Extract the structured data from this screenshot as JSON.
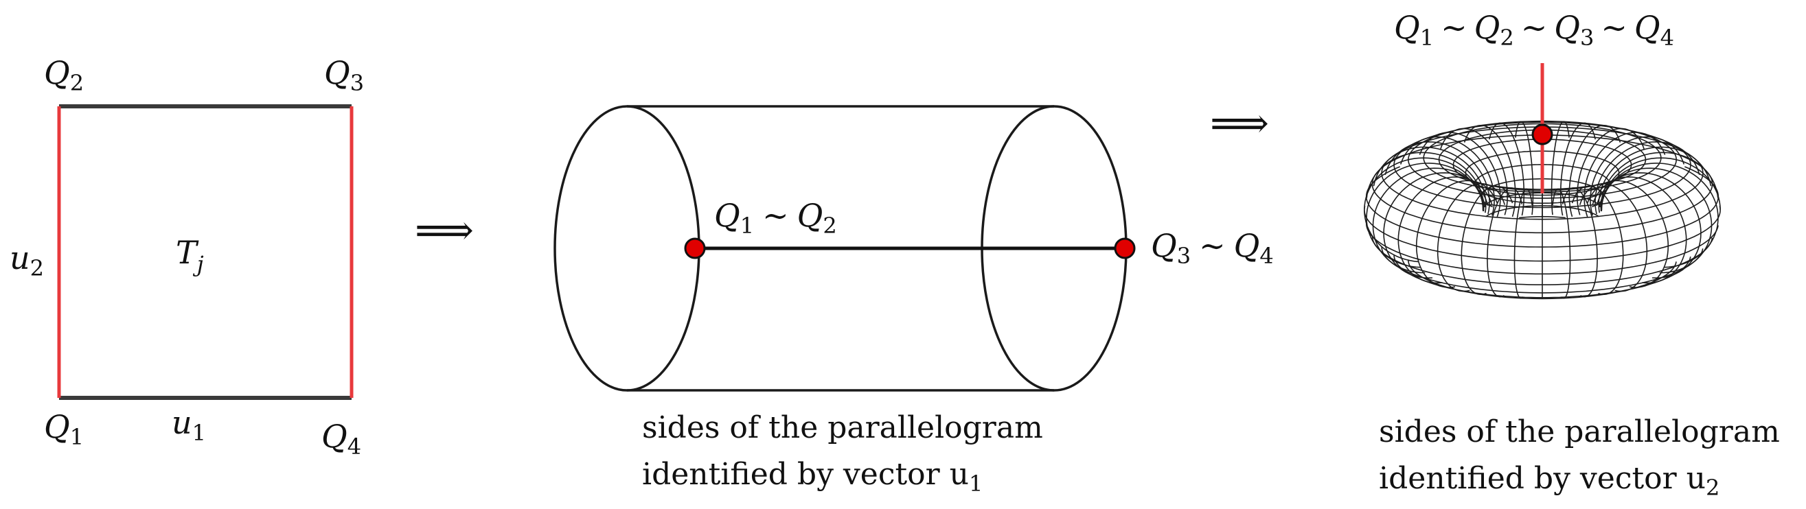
{
  "square": {
    "corner_tl": {
      "base": "Q",
      "sub": "2"
    },
    "corner_tr": {
      "base": "Q",
      "sub": "3"
    },
    "corner_bl": {
      "base": "Q",
      "sub": "1"
    },
    "corner_br": {
      "base": "Q",
      "sub": "4"
    },
    "center": {
      "base": "T",
      "sub": "j"
    },
    "side_left": {
      "base": "u",
      "sub": "2"
    },
    "side_bottom": {
      "base": "u",
      "sub": "1"
    }
  },
  "implies_1": "⟹",
  "implies_2": "⟹",
  "cylinder": {
    "left_point": {
      "a": "Q",
      "a_sub": "1",
      "rel": "∼",
      "b": "Q",
      "b_sub": "2"
    },
    "right_point": {
      "a": "Q",
      "a_sub": "3",
      "rel": "∼",
      "b": "Q",
      "b_sub": "4"
    },
    "caption_line1": "sides of the parallelogram",
    "caption_line2": "identified by vector u",
    "caption_line2_sub": "1"
  },
  "torus": {
    "top_label": {
      "q1": "Q",
      "s1": "1",
      "r1": "∼",
      "q2": "Q",
      "s2": "2",
      "r2": "∼",
      "q3": "Q",
      "s3": "3",
      "r3": "∼",
      "q4": "Q",
      "s4": "4"
    },
    "caption_line1": "sides of the parallelogram",
    "caption_line2": "identified by vector u",
    "caption_line2_sub": "2"
  },
  "colors": {
    "red": "#e8393c",
    "dark": "#3a3a3a",
    "point": "#e00000"
  }
}
